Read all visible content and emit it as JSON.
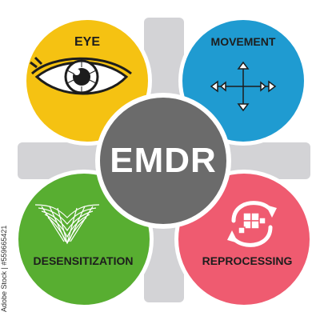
{
  "diagram": {
    "center_label": "EMDR",
    "quadrants": [
      {
        "label": "EYE",
        "color": "#f5c212",
        "icon": "eye-icon"
      },
      {
        "label": "MOVEMENT",
        "color": "#1f9bd1",
        "icon": "arrows-cross-icon"
      },
      {
        "label": "DESENSITIZATION",
        "color": "#58ae31",
        "icon": "mesh-wave-icon"
      },
      {
        "label": "REPROCESSING",
        "color": "#ef5b70",
        "icon": "cycle-puzzle-icon"
      }
    ],
    "center_color": "#6b6b6b",
    "connector_color": "#d3d3d6"
  },
  "watermark": "Adobe Stock | #559665421"
}
